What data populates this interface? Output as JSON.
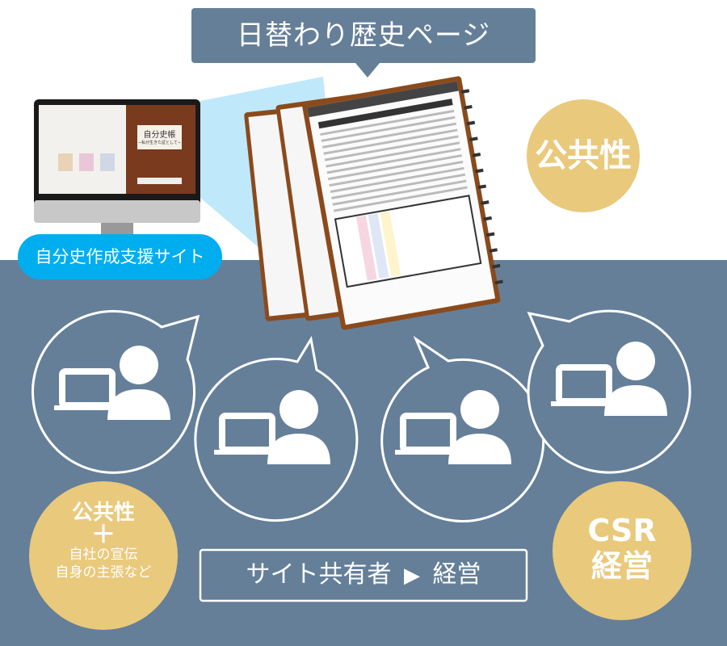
{
  "banner": {
    "title": "日替わり歴史ページ"
  },
  "monitor": {
    "site_label": "自分史作成支援サイト",
    "book_cover_title": "自分史帳",
    "book_cover_subtitle": "~私が生きた証として~"
  },
  "badges": {
    "top_right": "公共性",
    "bottom_left": {
      "title": "公共性",
      "plus": "＋",
      "line1": "自社の宣伝",
      "line2": "自身の主張など"
    },
    "bottom_right": {
      "line1": "CSR",
      "line2": "経営"
    }
  },
  "flow_box": {
    "left": "サイト共有者",
    "right": "経営"
  },
  "colors": {
    "slate": "#657f99",
    "gold": "#e9c97b",
    "cyan": "#00aeef",
    "beam": "#bfe9fb"
  }
}
